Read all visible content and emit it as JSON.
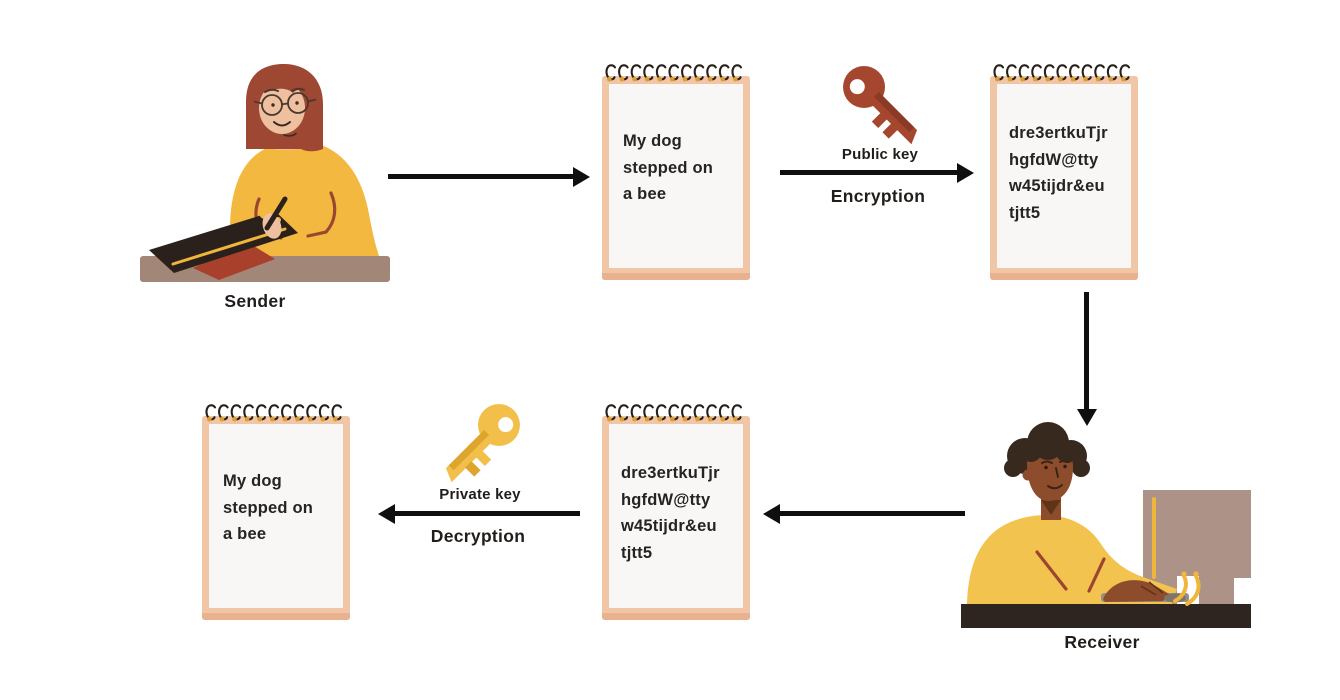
{
  "diagram": {
    "sender": {
      "label": "Sender"
    },
    "receiver": {
      "label": "Receiver"
    },
    "notes": {
      "plaintext_top": {
        "lines": [
          "My dog",
          "stepped on",
          "a bee"
        ]
      },
      "ciphertext_top": {
        "lines": [
          "dre3ertkuTjr",
          "hgfdW@tty",
          "w45tijdr&eu",
          "tjtt5"
        ]
      },
      "ciphertext_bottom": {
        "lines": [
          "dre3ertkuTjr",
          "hgfdW@tty",
          "w45tijdr&eu",
          "tjtt5"
        ]
      },
      "plaintext_bottom": {
        "lines": [
          "My dog",
          "stepped on",
          "a bee"
        ]
      }
    },
    "encryption": {
      "key_label": "Public key",
      "process_label": "Encryption"
    },
    "decryption": {
      "key_label": "Private key",
      "process_label": "Decryption"
    },
    "colors": {
      "public_key": "#a5472f",
      "public_key_shade": "#8c3a26",
      "private_key": "#f2c04a",
      "private_key_shade": "#dda42e",
      "arrow": "#0f0f0f",
      "notepad_frame": "#f1c6a7",
      "notepad_paper": "#f8f7f5",
      "spiral_dot": "#d9a02f",
      "sweater_yellow": "#f2b840",
      "sender_desk": "#a28678",
      "receiver_desk": "#2e2420",
      "monitor": "#ac9287"
    }
  }
}
